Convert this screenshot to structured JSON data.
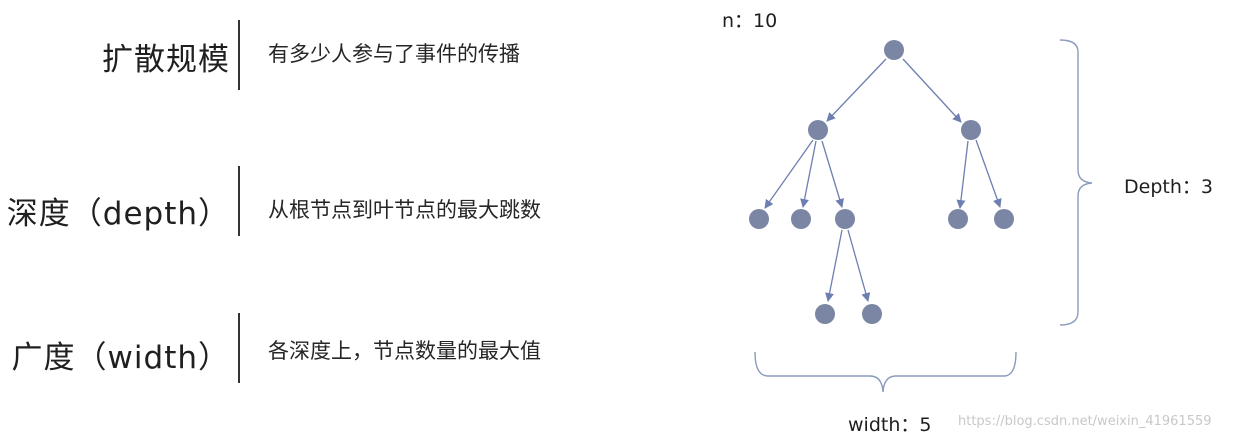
{
  "rows": [
    {
      "term": "扩散规模",
      "description": "有多少人参与了事件的传播"
    },
    {
      "term": "深度（depth）",
      "description": "从根节点到叶节点的最大跳数"
    },
    {
      "term": "广度（width）",
      "description": "各深度上，节点数量的最大值"
    }
  ],
  "tree": {
    "n_label": "n：10",
    "depth_label": "Depth：3",
    "width_label": "width：5",
    "node_color": "#7a86a3",
    "edge_color": "#6d7fb0"
  },
  "watermark": "https://blog.csdn.net/weixin_41961559"
}
